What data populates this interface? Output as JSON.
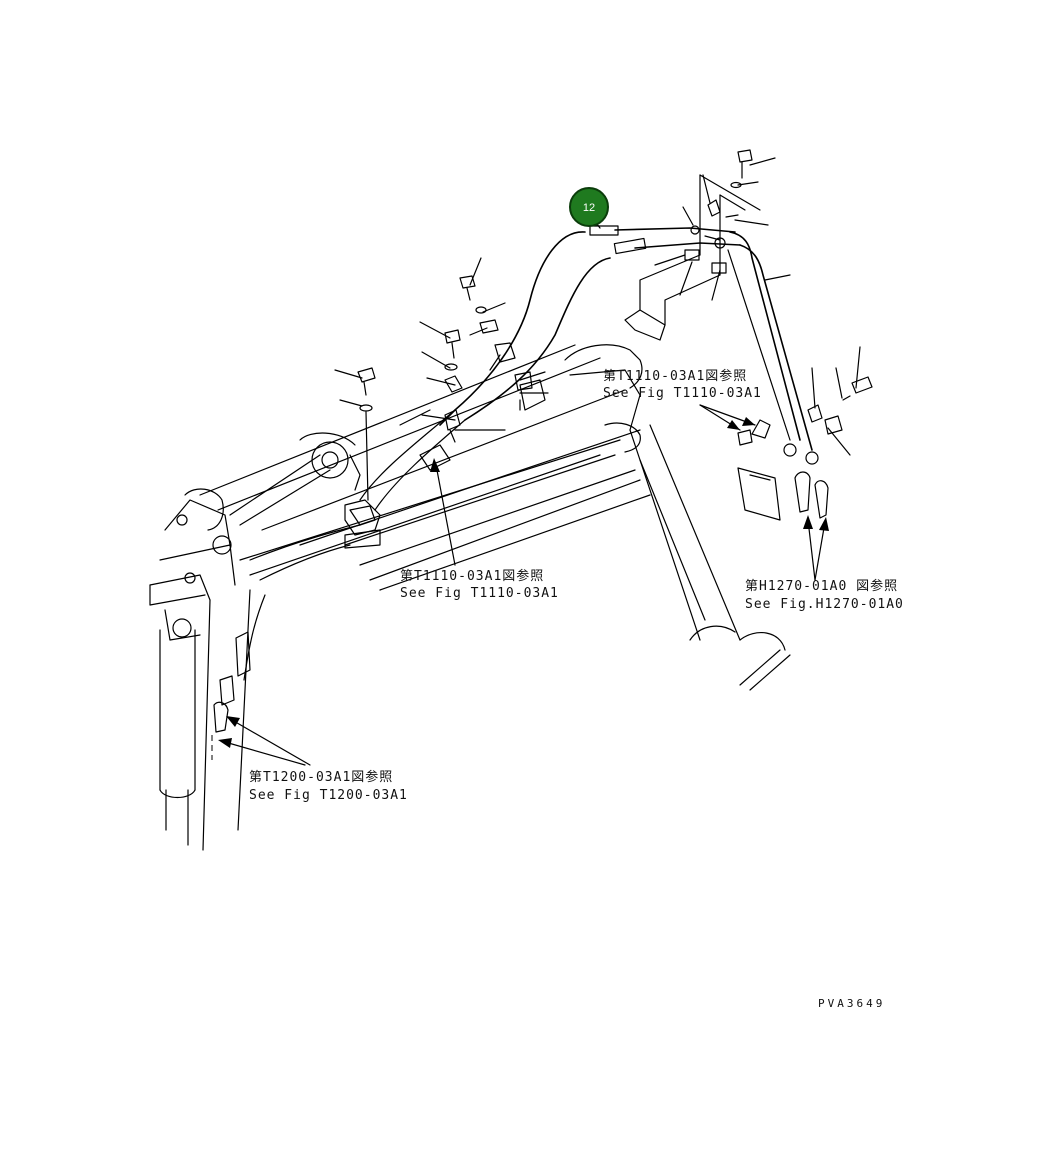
{
  "callout": {
    "number": "12",
    "color": "#1f7a1f",
    "ring_color": "#0b3d0b"
  },
  "references": [
    {
      "id": "ref-t1110-upper",
      "line_jp": "第T1110-03A1図参照",
      "line_en": "See Fig T1110-03A1"
    },
    {
      "id": "ref-t1110-lower",
      "line_jp": "第T1110-03A1図参照",
      "line_en": "See Fig T1110-03A1"
    },
    {
      "id": "ref-h1270",
      "line_jp": "第H1270-01A0 図参照",
      "line_en": "See Fig.H1270-01A0"
    },
    {
      "id": "ref-t1200",
      "line_jp": "第T1200-03A1図参照",
      "line_en": "See Fig T1200-03A1"
    }
  ],
  "drawing_code": "PVA3649"
}
